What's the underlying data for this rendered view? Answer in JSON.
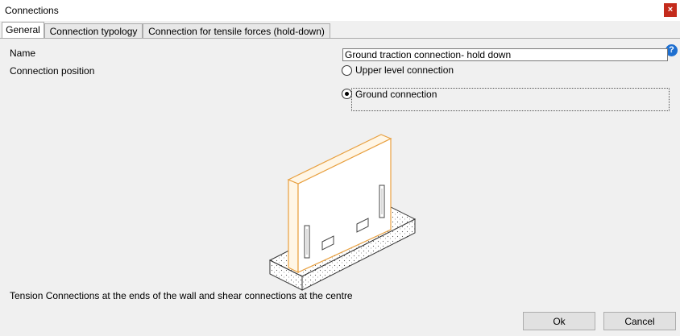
{
  "window": {
    "title": "Connections"
  },
  "tabs": [
    {
      "label": "General",
      "active": true
    },
    {
      "label": "Connection typology",
      "active": false
    },
    {
      "label": "Connection for tensile forces (hold-down)",
      "active": false
    }
  ],
  "form": {
    "name_label": "Name",
    "name_value": "Ground traction connection- hold down",
    "position_label": "Connection position",
    "options": [
      {
        "label": "Upper level connection",
        "checked": false
      },
      {
        "label": "Ground connection",
        "checked": true
      }
    ]
  },
  "description": "Tension Connections at the ends of the wall and shear connections at the centre",
  "buttons": {
    "ok": "Ok",
    "cancel": "Cancel"
  },
  "colors": {
    "accent": "#e8a040",
    "close": "#c42b1c",
    "help": "#1e6fd0"
  }
}
